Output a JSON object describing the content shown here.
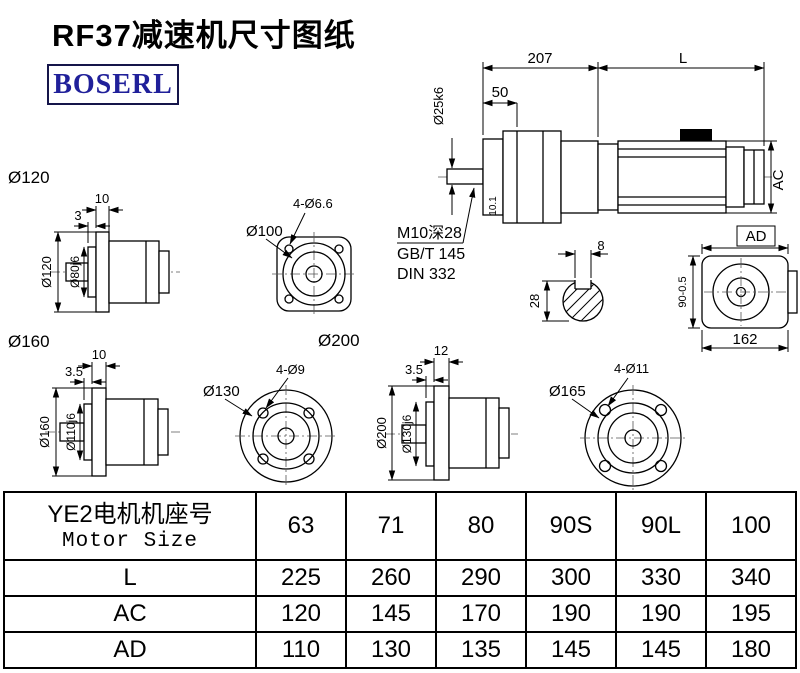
{
  "header": {
    "title": "RF37减速机尺寸图纸",
    "logo": "BOSERL"
  },
  "drawing": {
    "main": {
      "dim207": "207",
      "dimL": "L",
      "dim50": "50",
      "shaft": "Ø25k6",
      "dim101": "10.1",
      "note1": "M10深28",
      "note2": "GB/T 145",
      "note3": "DIN 332",
      "ac": "AC"
    },
    "keyway": {
      "w": "8",
      "h": "28"
    },
    "motorEnd": {
      "ad": "AD",
      "h": "90-0.5",
      "w": "162"
    },
    "v120": {
      "title": "Ø120",
      "d10": "10",
      "d3": "3",
      "outer": "Ø120",
      "spigot": "Ø80j6"
    },
    "f100": {
      "dia": "Ø100",
      "holes": "4-Ø6.6"
    },
    "v160": {
      "title": "Ø160",
      "d10": "10",
      "d35": "3.5",
      "outer": "Ø160",
      "spigot": "Ø110j6"
    },
    "f130": {
      "dia": "Ø130",
      "holes": "4-Ø9"
    },
    "v200": {
      "title": "Ø200",
      "d12": "12",
      "d35": "3.5",
      "outer": "Ø200",
      "spigot": "Ø130j6"
    },
    "f165": {
      "dia": "Ø165",
      "holes": "4-Ø11"
    }
  },
  "table": {
    "header_cn": "YE2电机机座号",
    "header_en": "Motor Size",
    "sizes": [
      "63",
      "71",
      "80",
      "90S",
      "90L",
      "100"
    ],
    "rows": [
      {
        "label": "L",
        "values": [
          "225",
          "260",
          "290",
          "300",
          "330",
          "340"
        ]
      },
      {
        "label": "AC",
        "values": [
          "120",
          "145",
          "170",
          "190",
          "190",
          "195"
        ]
      },
      {
        "label": "AD",
        "values": [
          "110",
          "130",
          "135",
          "145",
          "145",
          "180"
        ]
      }
    ]
  }
}
